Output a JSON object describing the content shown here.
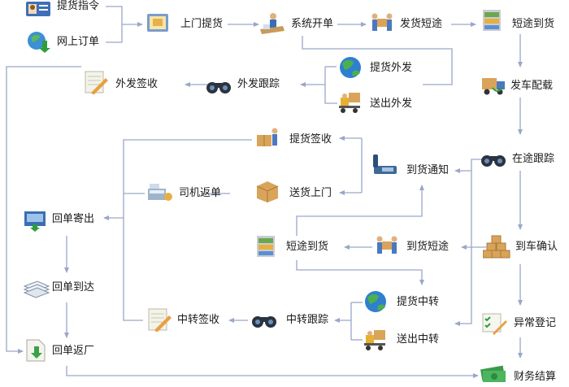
{
  "nodes": {
    "pickup_instruction": "提货指令",
    "online_order": "网上订单",
    "door_pickup": "上门提货",
    "system_billing": "系统开单",
    "ship_short_haul": "发货短途",
    "short_haul_arrive": "短途到货",
    "pickup_outsource": "提货外发",
    "deliver_outsource": "送出外发",
    "outsource_tracking": "外发跟踪",
    "outsource_signoff": "外发签收",
    "dispatch_loading": "发车配载",
    "pickup_signoff": "提货签收",
    "arrival_notice": "到货通知",
    "in_transit_tracking": "在途跟踪",
    "driver_return_receipt": "司机返单",
    "door_delivery": "送货上门",
    "receipt_mailed": "回单寄出",
    "short_haul_arrive_2": "短途到货",
    "arrival_short_haul": "到货短途",
    "arrival_confirm": "到车确认",
    "receipt_arrived": "回单到达",
    "pickup_transfer": "提货中转",
    "transfer_signoff": "中转签收",
    "transfer_tracking": "中转跟踪",
    "exception_register": "异常登记",
    "deliver_transfer": "送出中转",
    "receipt_return_factory": "回单返厂",
    "finance_settlement": "财务结算"
  },
  "icons": {
    "pickup_instruction": "id-card-icon",
    "online_order": "globe-download-icon",
    "door_pickup": "monitor-icon",
    "system_billing": "person-desk-icon",
    "ship_short_haul": "people-box-icon",
    "short_haul_arrive": "cabinet-icon",
    "pickup_outsource": "globe-icon",
    "deliver_outsource": "forklift-icon",
    "outsource_tracking": "binoculars-icon",
    "outsource_signoff": "notepad-pen-icon",
    "dispatch_loading": "truck-icon",
    "pickup_signoff": "person-box-icon",
    "arrival_notice": "telephone-icon",
    "in_transit_tracking": "binoculars-icon",
    "driver_return_receipt": "cash-register-icon",
    "door_delivery": "box-icon",
    "receipt_mailed": "inbox-download-icon",
    "arrival_short_haul": "people-box-icon",
    "arrival_confirm": "stacked-boxes-icon",
    "receipt_arrived": "stacked-paper-icon",
    "pickup_transfer": "globe-icon",
    "transfer_signoff": "notepad-pen-icon",
    "transfer_tracking": "binoculars-icon",
    "exception_register": "checklist-pen-icon",
    "deliver_transfer": "forklift-icon",
    "receipt_return_factory": "document-arrow-icon",
    "finance_settlement": "money-icon"
  },
  "colors": {
    "connector": "#9ba6c8",
    "text": "#1a1a1a"
  }
}
